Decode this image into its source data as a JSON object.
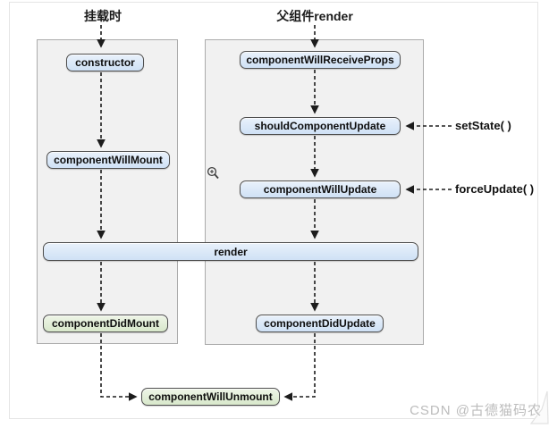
{
  "diagram": {
    "labels": {
      "mount_phase": "挂载时",
      "parent_render": "父组件render",
      "set_state": "setState( )",
      "force_update": "forceUpdate( )"
    },
    "mount_column": {
      "constructor_box": "constructor",
      "component_will_mount": "componentWillMount",
      "component_did_mount": "componentDidMount"
    },
    "update_column": {
      "component_will_receive_props": "componentWillReceiveProps",
      "should_component_update": "shouldComponentUpdate",
      "component_will_update": "componentWillUpdate",
      "component_did_update": "componentDidUpdate"
    },
    "shared": {
      "render": "render",
      "component_will_unmount": "componentWillUnmount"
    },
    "icons": {
      "zoom_cursor": "magnifier-plus-icon"
    },
    "colors": {
      "lifecycle_box_fill": "#cfe1f5",
      "unmount_box_fill": "#d8e8cb",
      "box_border": "#4f4f4f",
      "column_fill": "#f1f1f1",
      "column_border": "#ababab",
      "arrow": "#1c1c1c",
      "watermark": "#bcbcbc"
    },
    "watermark": "CSDN @古德猫码农"
  }
}
